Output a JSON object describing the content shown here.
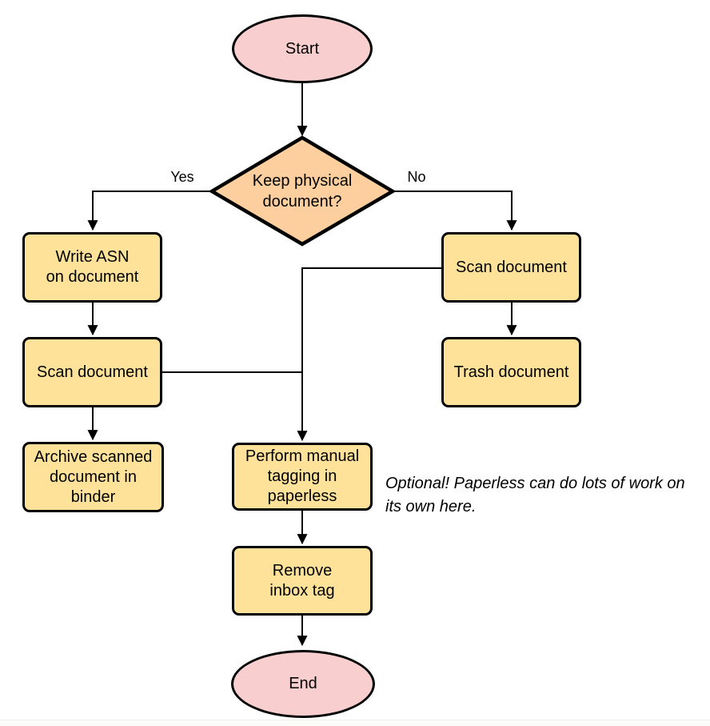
{
  "colors": {
    "background": "#ffffff",
    "terminal_fill": "#f8cfce",
    "decision_fill": "#fdce9e",
    "process_fill": "#ffe29a",
    "stroke": "#000000"
  },
  "nodes": {
    "start": {
      "label": "Start"
    },
    "decision": {
      "label": "Keep physical\ndocument?"
    },
    "write_asn": {
      "label": "Write ASN\non document"
    },
    "scan_left": {
      "label": "Scan document"
    },
    "archive": {
      "label": "Archive scanned\ndocument in\nbinder"
    },
    "scan_right": {
      "label": "Scan document"
    },
    "trash": {
      "label": "Trash document"
    },
    "tagging": {
      "label": "Perform manual\ntagging in\npaperless"
    },
    "remove_tag": {
      "label": "Remove\ninbox tag"
    },
    "end": {
      "label": "End"
    }
  },
  "edge_labels": {
    "yes": "Yes",
    "no": "No"
  },
  "annotations": {
    "optional_note": "Optional! Paperless can do lots of work on\nits own here."
  }
}
